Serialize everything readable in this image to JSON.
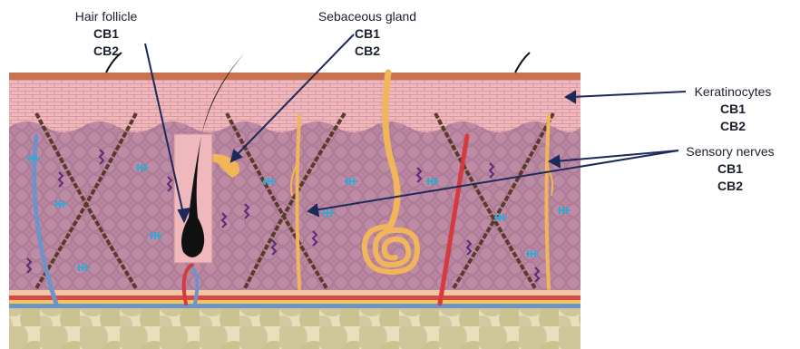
{
  "labels": {
    "hair_follicle": {
      "name": "Hair follicle",
      "receptors": [
        "CB1",
        "CB2"
      ]
    },
    "sebaceous_gland": {
      "name": "Sebaceous gland",
      "receptors": [
        "CB1",
        "CB2"
      ]
    },
    "keratinocytes": {
      "name": "Keratinocytes",
      "receptors": [
        "CB1",
        "CB2"
      ]
    },
    "sensory_nerves": {
      "name": "Sensory nerves",
      "receptors": [
        "CB1",
        "CB2"
      ]
    }
  },
  "colors": {
    "stratum_corneum": "#c8724f",
    "epidermis_pink": "#eeb4b9",
    "dermis_purple": "#b7859f",
    "hypodermis": "#cfc699",
    "nerve": "#f1b55a",
    "artery": "#d63a3e",
    "vein": "#6f93c9",
    "receptor": "#3aa7d0",
    "arrow": "#1b2a5a",
    "hair": "#111111",
    "collagen": "#5a3b2a",
    "squiggle": "#5b2c79"
  }
}
